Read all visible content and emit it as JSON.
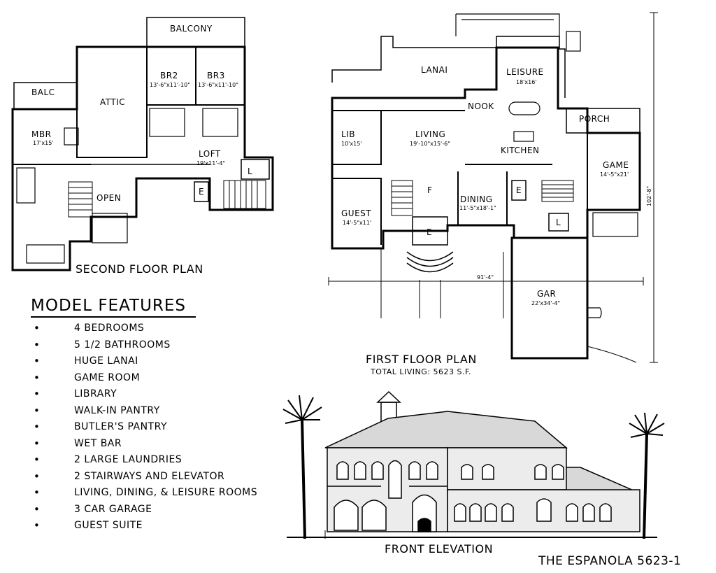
{
  "second_floor": {
    "title": "SECOND FLOOR PLAN",
    "rooms": {
      "balcony": "BALCONY",
      "balc": "BALC",
      "attic": "ATTIC",
      "br2": "BR2",
      "br2_dim": "13'-6\"x11'-10\"",
      "br3": "BR3",
      "br3_dim": "13'-6\"x11'-10\"",
      "mbr": "MBR",
      "mbr_dim": "17'x15'",
      "loft": "LOFT",
      "loft_dim": "19'x11'-4\"",
      "open": "OPEN",
      "e": "E",
      "l": "L"
    }
  },
  "first_floor": {
    "title": "FIRST FLOOR PLAN",
    "subtitle": "TOTAL LIVING: 5623 S.F.",
    "rooms": {
      "lanai": "LANAI",
      "leisure": "LEISURE",
      "leisure_dim": "18'x16'",
      "nook": "NOOK",
      "kitchen": "KITCHEN",
      "lib": "LIB",
      "lib_dim": "10'x15'",
      "living": "LIVING",
      "living_dim": "19'-10\"x15'-6\"",
      "porch": "PORCH",
      "game": "GAME",
      "game_dim": "14'-5\"x21'",
      "guest": "GUEST",
      "guest_dim": "14'-5\"x11'",
      "f": "F",
      "dining": "DINING",
      "dining_dim": "11'-5\"x18'-1\"",
      "e": "E",
      "e2": "E",
      "l": "L",
      "gar": "GAR",
      "gar_dim": "22'x34'-4\""
    },
    "width_dim": "91'-4\"",
    "depth_dim": "102'-8\""
  },
  "features": {
    "title": "MODEL FEATURES",
    "items": [
      "4 BEDROOMS",
      "5 1/2 BATHROOMS",
      "HUGE LANAI",
      "GAME ROOM",
      "LIBRARY",
      "WALK-IN PANTRY",
      "BUTLER'S PANTRY",
      "WET BAR",
      "2 LARGE LAUNDRIES",
      "2 STAIRWAYS AND ELEVATOR",
      "LIVING, DINING, & LEISURE ROOMS",
      "3 CAR GARAGE",
      "GUEST SUITE"
    ]
  },
  "elevation": {
    "title": "FRONT ELEVATION"
  },
  "model_name": "THE ESPANOLA 5623-1"
}
